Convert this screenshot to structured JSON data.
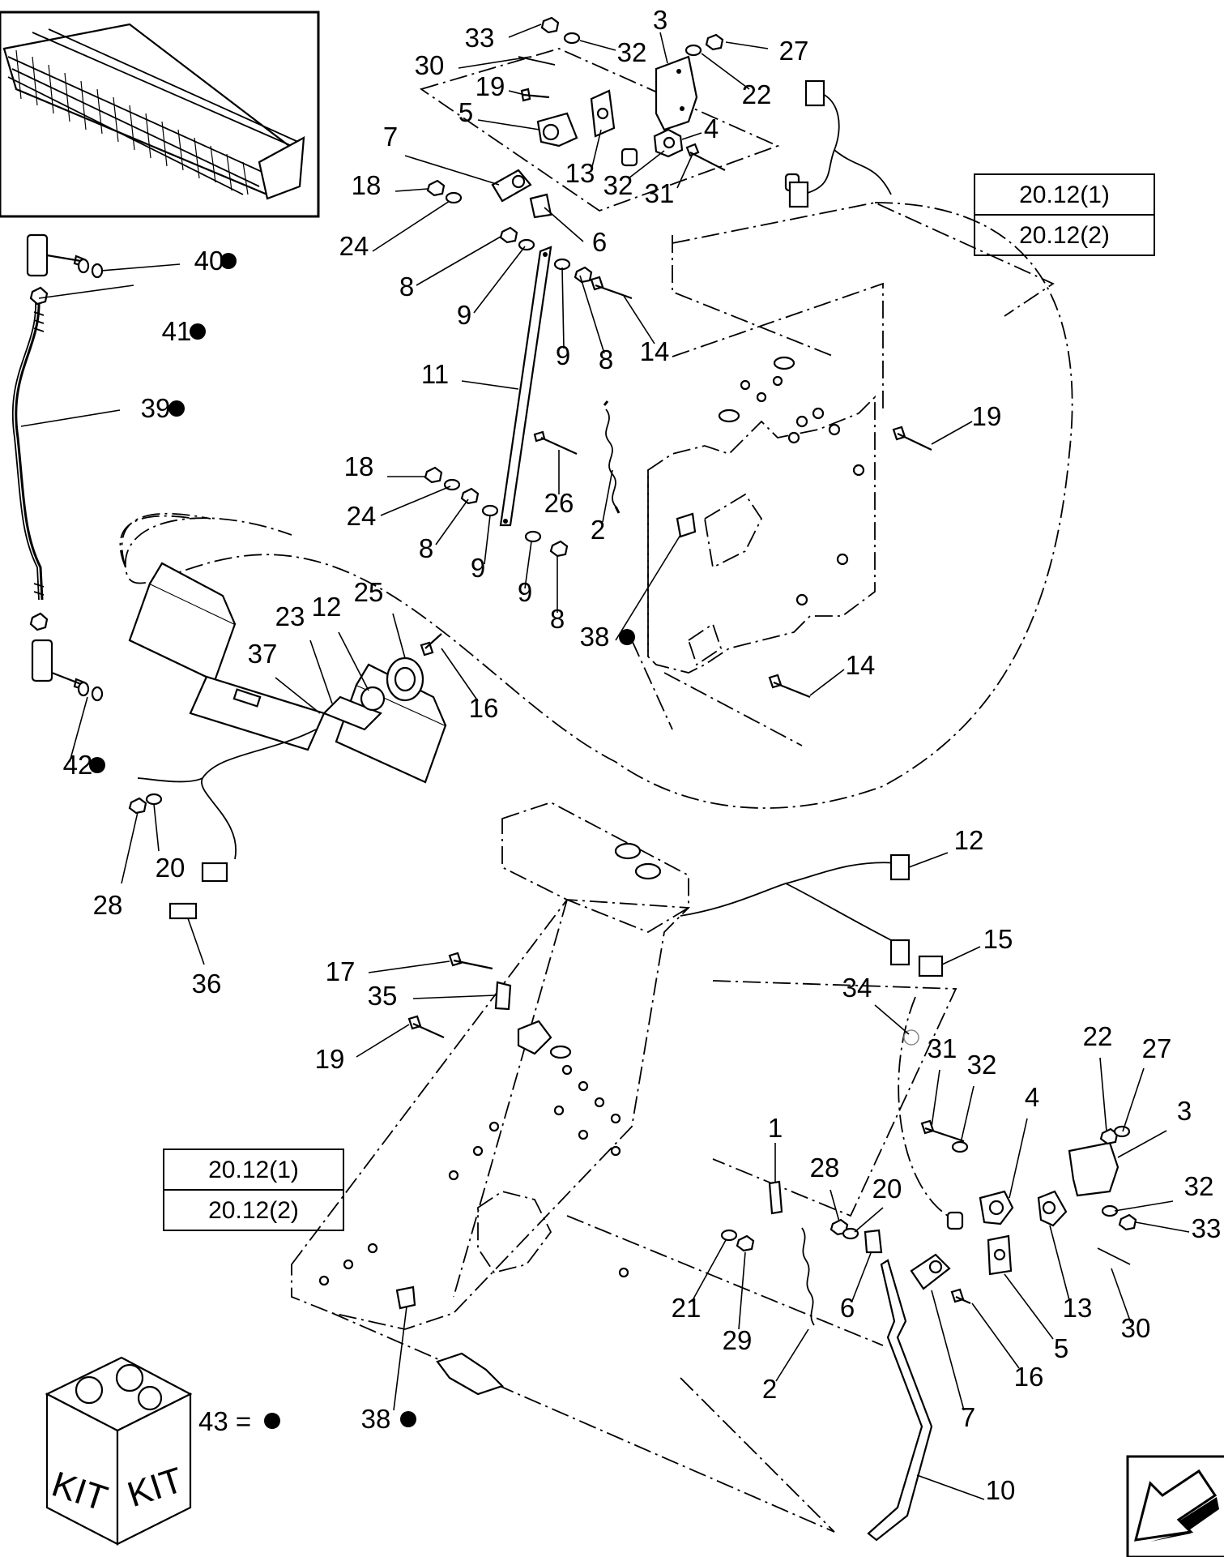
{
  "reference_boxes": [
    {
      "line1": "20.12(1)",
      "line2": "20.12(2)"
    },
    {
      "line1": "20.12(1)",
      "line2": "20.12(2)"
    }
  ],
  "kit": {
    "label_left": "KIT",
    "label_right": "KIT",
    "legend_text": "43 ="
  },
  "callouts": [
    {
      "text": "33"
    },
    {
      "text": "3"
    },
    {
      "text": "32"
    },
    {
      "text": "27"
    },
    {
      "text": "30"
    },
    {
      "text": "22"
    },
    {
      "text": "19"
    },
    {
      "text": "5"
    },
    {
      "text": "4"
    },
    {
      "text": "13"
    },
    {
      "text": "7"
    },
    {
      "text": "32"
    },
    {
      "text": "31"
    },
    {
      "text": "18"
    },
    {
      "text": "6"
    },
    {
      "text": "24"
    },
    {
      "text": "8"
    },
    {
      "text": "9"
    },
    {
      "text": "9"
    },
    {
      "text": "8"
    },
    {
      "text": "14"
    },
    {
      "text": "11"
    },
    {
      "text": "19"
    },
    {
      "text": "18"
    },
    {
      "text": "26"
    },
    {
      "text": "24"
    },
    {
      "text": "2"
    },
    {
      "text": "8"
    },
    {
      "text": "9"
    },
    {
      "text": "9"
    },
    {
      "text": "8"
    },
    {
      "text": "38"
    },
    {
      "text": "14"
    },
    {
      "text": "40"
    },
    {
      "text": "41"
    },
    {
      "text": "39"
    },
    {
      "text": "42"
    },
    {
      "text": "23"
    },
    {
      "text": "12"
    },
    {
      "text": "25"
    },
    {
      "text": "37"
    },
    {
      "text": "16"
    },
    {
      "text": "20"
    },
    {
      "text": "28"
    },
    {
      "text": "36"
    },
    {
      "text": "12"
    },
    {
      "text": "15"
    },
    {
      "text": "17"
    },
    {
      "text": "35"
    },
    {
      "text": "19"
    },
    {
      "text": "34"
    },
    {
      "text": "31"
    },
    {
      "text": "32"
    },
    {
      "text": "22"
    },
    {
      "text": "27"
    },
    {
      "text": "4"
    },
    {
      "text": "3"
    },
    {
      "text": "1"
    },
    {
      "text": "28"
    },
    {
      "text": "20"
    },
    {
      "text": "32"
    },
    {
      "text": "33"
    },
    {
      "text": "21"
    },
    {
      "text": "29"
    },
    {
      "text": "6"
    },
    {
      "text": "13"
    },
    {
      "text": "30"
    },
    {
      "text": "5"
    },
    {
      "text": "16"
    },
    {
      "text": "2"
    },
    {
      "text": "7"
    },
    {
      "text": "38"
    },
    {
      "text": "10"
    }
  ]
}
